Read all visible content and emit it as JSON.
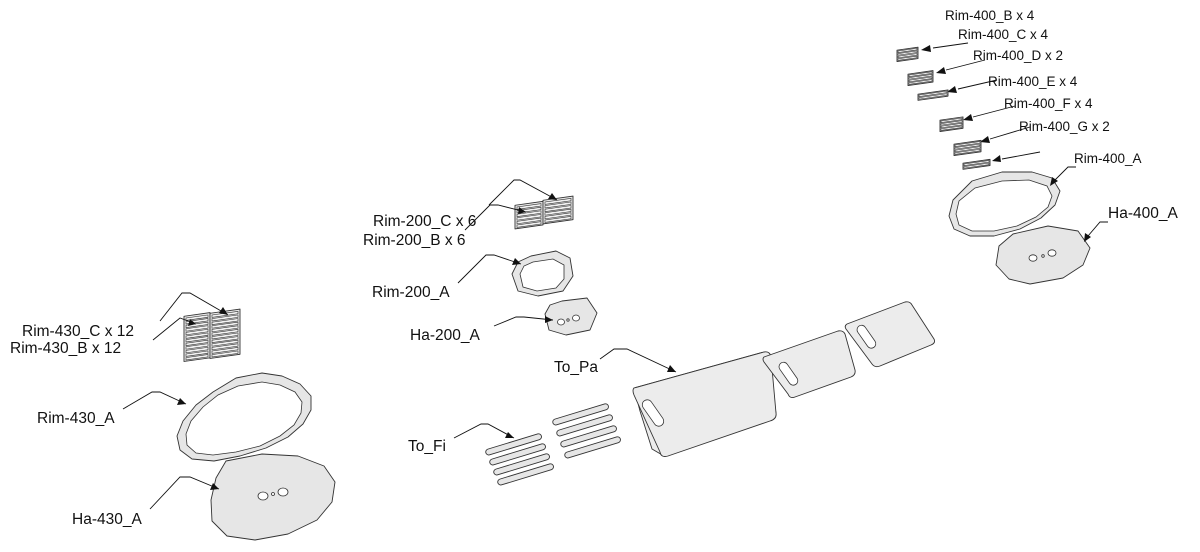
{
  "labels": {
    "rim430c": "Rim-430_C x 12",
    "rim430b": "Rim-430_B x 12",
    "rim430a": "Rim-430_A",
    "ha430a": "Ha-430_A",
    "rim200c": "Rim-200_C x 6",
    "rim200b": "Rim-200_B x 6",
    "rim200a": "Rim-200_A",
    "ha200a": "Ha-200_A",
    "topa": "To_Pa",
    "tofi": "To_Fi",
    "rim400b": "Rim-400_B x 4",
    "rim400c": "Rim-400_C x 4",
    "rim400d": "Rim-400_D x 2",
    "rim400e": "Rim-400_E x 4",
    "rim400f": "Rim-400_F x 4",
    "rim400g": "Rim-400_G x 2",
    "rim400a": "Rim-400_A",
    "ha400a": "Ha-400_A"
  },
  "colors": {
    "part_fill": "#e6e6e6",
    "outline": "#333333",
    "text": "#111111"
  }
}
